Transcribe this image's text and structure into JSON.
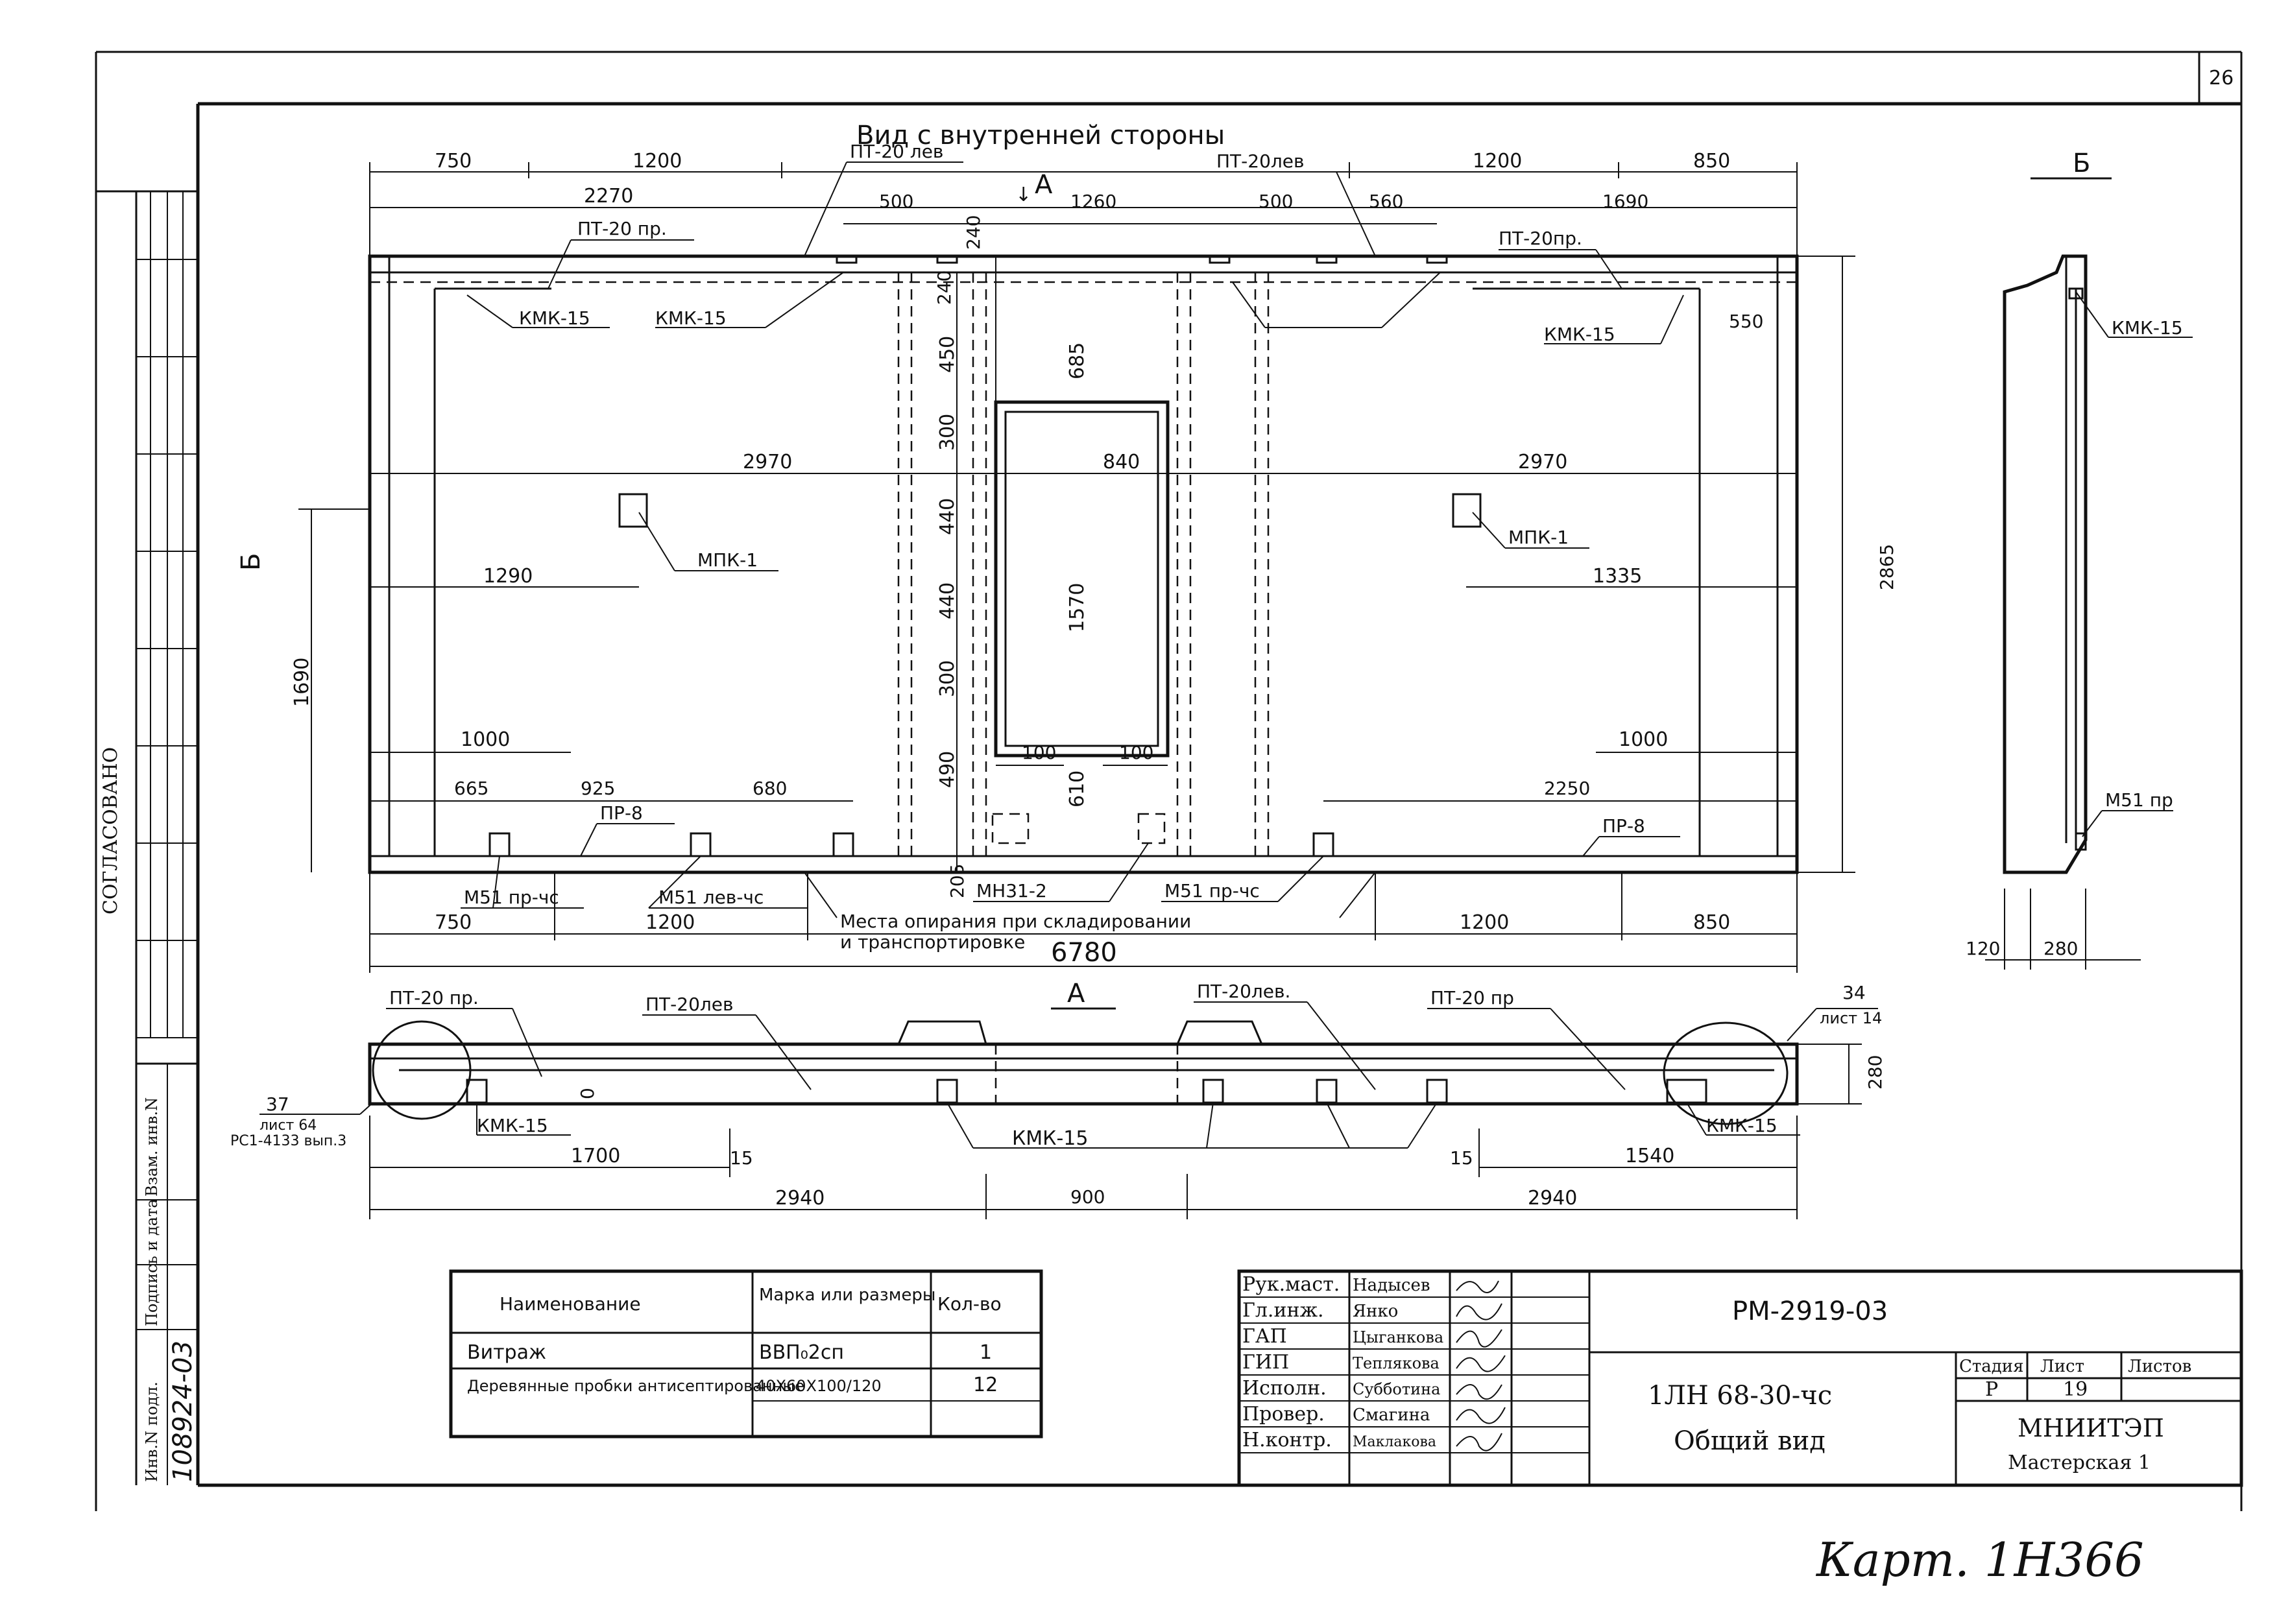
{
  "sheet": {
    "sheet_number": "26",
    "approved_label": "СОГЛАСОВАНО",
    "inventory_labels": [
      "Инв.N подл.",
      "Подпись и дата",
      "Взам. инв.N"
    ],
    "inventory_number": "108924-03",
    "footer_handwritten": "Карт. 1Н366"
  },
  "main_view": {
    "title": "Вид с внутренней стороны",
    "section_mark_a": "А",
    "section_mark_b": "Б",
    "callouts": {
      "pt20_lev_1": "ПТ-20 лев",
      "pt20_lev_2": "ПТ-20лев",
      "pt20_pr_1": "ПТ-20 пр.",
      "pt20_pr_2": "ПТ-20пр.",
      "kmk15_1": "КМК-15",
      "kmk15_2": "КМК-15",
      "kmk15_3": "КМК-15",
      "mpk1_1": "МПК-1",
      "mpk1_2": "МПК-1",
      "pr8_1": "ПР-8",
      "pr8_2": "ПР-8",
      "m51_pr_chs": "М51 пр-чс",
      "m51_lev_chs": "М51 лев-чс",
      "m51_pr_chs_2": "М51 пр-чс",
      "mn31_2": "МН31-2",
      "support_note_1": "Места опирания при складировании",
      "support_note_2": "и транспортировке"
    },
    "dims_top": [
      "750",
      "1200",
      "2270",
      "500",
      "1260",
      "500",
      "560",
      "1200",
      "850",
      "1690",
      "240"
    ],
    "dims_vertical": [
      "240",
      "450",
      "685",
      "300",
      "440",
      "1570",
      "440",
      "300",
      "490",
      "610",
      "205",
      "2865",
      "1690",
      "550"
    ],
    "dims_inner": [
      "2970",
      "840",
      "2970",
      "1290",
      "1335",
      "1000",
      "1000",
      "665",
      "925",
      "680",
      "2250",
      "100",
      "100"
    ],
    "dims_bottom": [
      "750",
      "1200",
      "1200",
      "850",
      "6780"
    ]
  },
  "section_b": {
    "callout_top": "КМК-15",
    "callout_bottom": "М51 пр",
    "dims": [
      "120",
      "280"
    ]
  },
  "plan_a": {
    "callouts": {
      "pt20_pr_1": "ПТ-20 пр.",
      "pt20_lev_1": "ПТ-20лев",
      "pt20_lev_2": "ПТ-20лев.",
      "pt20_pr_2": "ПТ-20 пр",
      "kmk15_1": "КМК-15",
      "kmk15_2": "КМК-15",
      "kmk15_3": "КМК-15",
      "ref_left": "37",
      "ref_left_sheet": "лист 64",
      "ref_left_doc": "РС1-4133 вып.3",
      "ref_right": "34",
      "ref_right_sheet": "лист 14"
    },
    "dims": [
      "1700",
      "15",
      "2940",
      "900",
      "15",
      "1540",
      "2940",
      "280",
      "0"
    ]
  },
  "spec_table": {
    "headers": [
      "Наименование",
      "Марка или размеры",
      "Кол-во"
    ],
    "rows": [
      {
        "name": "Витраж",
        "mark": "ВВП₀2сп",
        "qty": "1"
      },
      {
        "name": "Деревянные пробки антисептированные",
        "mark": "40Х60Х100/120",
        "qty": "12"
      }
    ]
  },
  "title_block": {
    "roles": [
      {
        "role": "Рук.маст.",
        "name": "Надысев"
      },
      {
        "role": "Гл.инж.",
        "name": "Янко"
      },
      {
        "role": "ГАП",
        "name": "Цыганкова"
      },
      {
        "role": "ГИП",
        "name": "Теплякова"
      },
      {
        "role": "Исполн.",
        "name": "Субботина"
      },
      {
        "role": "Провер.",
        "name": "Смагина"
      },
      {
        "role": "Н.контр.",
        "name": "Маклакова"
      }
    ],
    "doc_code": "РМ-2919-03",
    "product": "1ЛН 68-30-чс",
    "sheet_title": "Общий вид",
    "stage_headers": [
      "Стадия",
      "Лист",
      "Листов"
    ],
    "stage": "Р",
    "sheet": "19",
    "total": "",
    "org": "МНИИТЭП",
    "workshop": "Мастерская 1"
  }
}
